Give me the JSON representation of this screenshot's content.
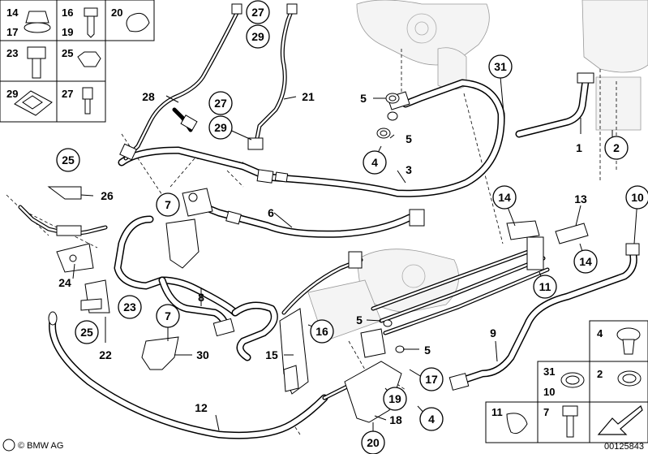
{
  "callouts": {
    "c1": "1",
    "c2": "2",
    "c3": "3",
    "c4": "4",
    "c5": "5",
    "c6": "6",
    "c7": "7",
    "c8": "8",
    "c9": "9",
    "c10": "10",
    "c11": "11",
    "c12": "12",
    "c13": "13",
    "c14": "14",
    "c15": "15",
    "c16": "16",
    "c17": "17",
    "c18": "18",
    "c19": "19",
    "c20": "20",
    "c21": "21",
    "c22": "22",
    "c23": "23",
    "c24": "24",
    "c25": "25",
    "c26": "26",
    "c27": "27",
    "c28": "28",
    "c29": "29",
    "c30": "30",
    "c31": "31"
  },
  "legend_left": {
    "a": "14",
    "b": "17",
    "c": "16",
    "d": "19",
    "e": "20",
    "f": "23",
    "g": "25",
    "h": "29",
    "i": "27"
  },
  "legend_right": {
    "a": "4",
    "b": "31",
    "c": "10",
    "d": "2",
    "e": "11",
    "f": "7"
  },
  "footer": {
    "copyright": "© BMW AG",
    "image_number": "00125843"
  }
}
